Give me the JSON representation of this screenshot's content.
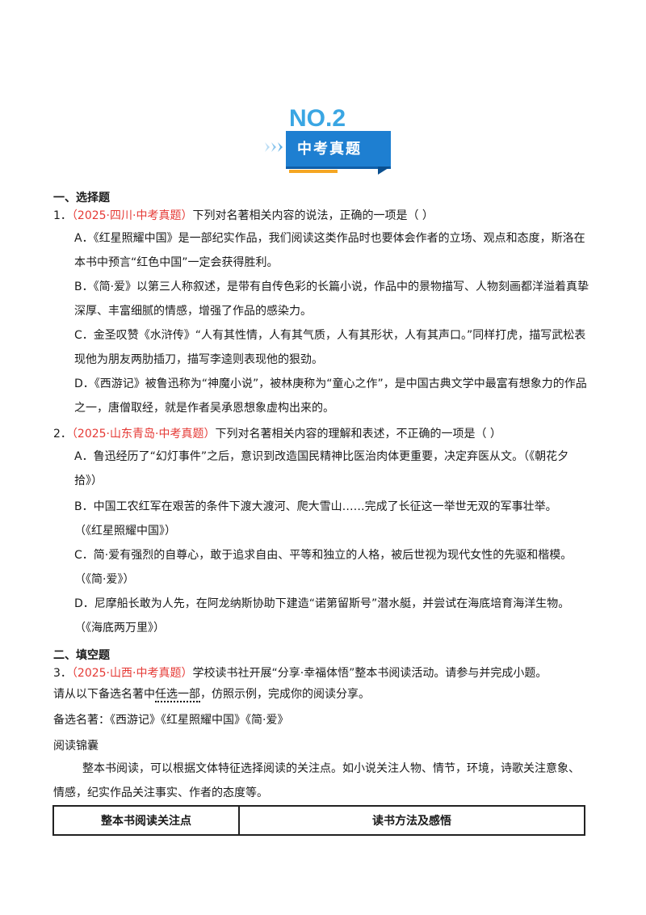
{
  "badge": {
    "number": "NO.2",
    "title": "中考真题",
    "arrows": "› › ›"
  },
  "section1": {
    "heading": "一、选择题"
  },
  "q1": {
    "num": "1．",
    "source": "（2025·四川·中考真题）",
    "stem": "下列对名著相关内容的说法，正确的一项是（    ）",
    "options": [
      "A．《红星照耀中国》是一部纪实作品，我们阅读这类作品时也要体会作者的立场、观点和态度，斯洛在本书中预言“红色中国”一定会获得胜利。",
      "B．《简·爱》以第三人称叙述，是带有自传色彩的长篇小说，作品中的景物描写、人物刻画都洋溢着真挚深厚、丰富细腻的情感，增强了作品的感染力。",
      "C．金圣叹赞《水浒传》“人有其性情，人有其气质，人有其形状，人有其声口。”同样打虎，描写武松表现他为朋友两肋插刀，描写李逵则表现他的狠劲。",
      "D．《西游记》被鲁迅称为“神魔小说”，被林庚称为“童心之作”，是中国古典文学中最富有想象力的作品之一，唐僧取经，就是作者吴承恩想象虚构出来的。"
    ]
  },
  "q2": {
    "num": "2．",
    "source": "（2025·山东青岛·中考真题）",
    "stem": "下列对名著相关内容的理解和表述，不正确的一项是（    ）",
    "options": [
      {
        "text": "A．鲁迅经历了“幻灯事件”之后，意识到改造国民精神比医治肉体更重要，决定弃医从文。（《朝花夕拾》）",
        "ref": ""
      },
      {
        "text": "B．中国工农红军在艰苦的条件下渡大渡河、爬大雪山……完成了长征这一举世无双的军事壮举。",
        "ref": "（《红星照耀中国》）"
      },
      {
        "text": "C．简·爱有强烈的自尊心，敢于追求自由、平等和独立的人格，被后世视为现代女性的先驱和楷模。",
        "ref": "（《简·爱》）"
      },
      {
        "text": "D．尼摩船长敢为人先，在阿龙纳斯协助下建造“诺第留斯号”潜水艇，并尝试在海底培育海洋生物。",
        "ref": "（《海底两万里》）"
      }
    ]
  },
  "section2": {
    "heading": "二、填空题"
  },
  "q3": {
    "num": "3．",
    "source": "（2025·山西·中考真题）",
    "stem": "学校读书社开展“分享·幸福体悟”整本书阅读活动。请参与并完成小题。",
    "instruction_pre": "请从以下备选名著中",
    "instruction_em": "任选一部",
    "instruction_post": "，仿照示例，完成你的阅读分享。",
    "candidates": "备选名著：《西游记》《红星照耀中国》《简·爱》",
    "tips_title": "阅读锦囊",
    "tips_body": "整本书阅读，可以根据文体特征选择阅读的关注点。如小说关注人物、情节，环境，诗歌关注意象、情感，纪实作品关注事实、作者的态度等。",
    "table_headers": [
      "整本书阅读关注点",
      "读书方法及感悟"
    ]
  }
}
